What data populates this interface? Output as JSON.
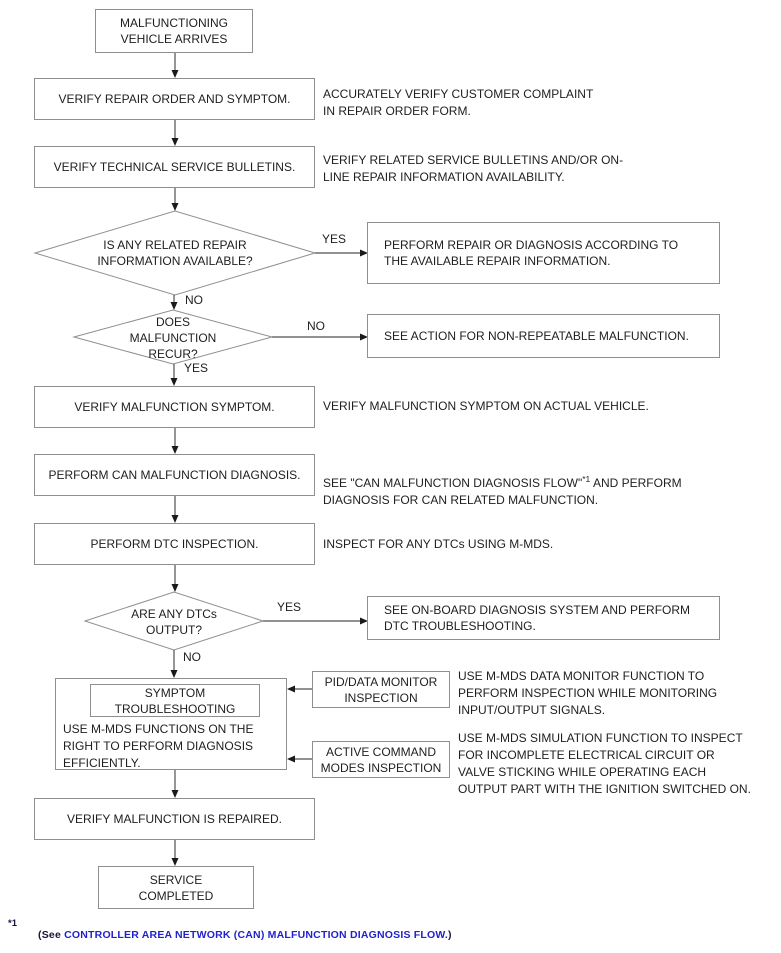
{
  "colors": {
    "link_blue": "#2222cc",
    "footnote_navy": "#14143c",
    "box_border_gray": "#8f8f8f",
    "connector_gray": "#4f4f4f"
  },
  "nodes": {
    "start": "MALFUNCTIONING\nVEHICLE ARRIVES",
    "verify_repair_order": "VERIFY REPAIR ORDER AND SYMPTOM.",
    "verify_tsb": "VERIFY TECHNICAL SERVICE BULLETINS.",
    "decision_repair_info": "IS ANY RELATED REPAIR\nINFORMATION AVAILABLE?",
    "decision_recur": "DOES\nMALFUNCTION\nRECUR?",
    "verify_symptom": "VERIFY MALFUNCTION SYMPTOM.",
    "perform_can": "PERFORM CAN MALFUNCTION DIAGNOSIS.",
    "perform_dtc": "PERFORM DTC INSPECTION.",
    "decision_dtc": "ARE ANY DTCs\nOUTPUT?",
    "symptom_title": "SYMPTOM\nTROUBLESHOOTING",
    "symptom_body": "USE M-MDS FUNCTIONS ON THE\nRIGHT TO PERFORM DIAGNOSIS\nEFFICIENTLY.",
    "verify_repaired": "VERIFY MALFUNCTION IS REPAIRED.",
    "service_completed": "SERVICE\nCOMPLETED"
  },
  "branches": {
    "perform_repair": "PERFORM REPAIR OR DIAGNOSIS ACCORDING TO\nTHE AVAILABLE REPAIR INFORMATION.",
    "see_action": "SEE ACTION FOR NON-REPEATABLE MALFUNCTION.",
    "see_obd": "SEE ON-BOARD DIAGNOSIS SYSTEM AND PERFORM\nDTC TROUBLESHOOTING."
  },
  "tools": {
    "pid_monitor": "PID/DATA MONITOR\nINSPECTION",
    "active_command": "ACTIVE COMMAND\nMODES INSPECTION"
  },
  "notes": {
    "repair_order": "ACCURATELY VERIFY CUSTOMER COMPLAINT\nIN REPAIR ORDER FORM.",
    "bulletins": "VERIFY RELATED SERVICE BULLETINS AND/OR ON-\nLINE REPAIR INFORMATION AVAILABILITY.",
    "actual_vehicle": "VERIFY MALFUNCTION SYMPTOM ON ACTUAL VEHICLE.",
    "can": {
      "pre": "SEE \"CAN MALFUNCTION DIAGNOSIS FLOW\"",
      "sup": "*1",
      "post": " AND PERFORM\nDIAGNOSIS FOR CAN RELATED MALFUNCTION."
    },
    "dtc": "INSPECT FOR ANY DTCs USING M-MDS.",
    "data_monitor": "USE M-MDS DATA MONITOR FUNCTION TO\nPERFORM INSPECTION WHILE MONITORING\nINPUT/OUTPUT SIGNALS.",
    "simulation": "USE M-MDS SIMULATION FUNCTION TO INSPECT\nFOR INCOMPLETE ELECTRICAL CIRCUIT OR\nVALVE STICKING WHILE OPERATING EACH\nOUTPUT PART WITH THE IGNITION SWITCHED ON."
  },
  "labels": {
    "yes": "YES",
    "no": "NO"
  },
  "footnote": {
    "marker": "*1",
    "pre": "(See ",
    "link": "CONTROLLER AREA NETWORK (CAN) MALFUNCTION DIAGNOSIS FLOW.",
    "post": ")"
  }
}
